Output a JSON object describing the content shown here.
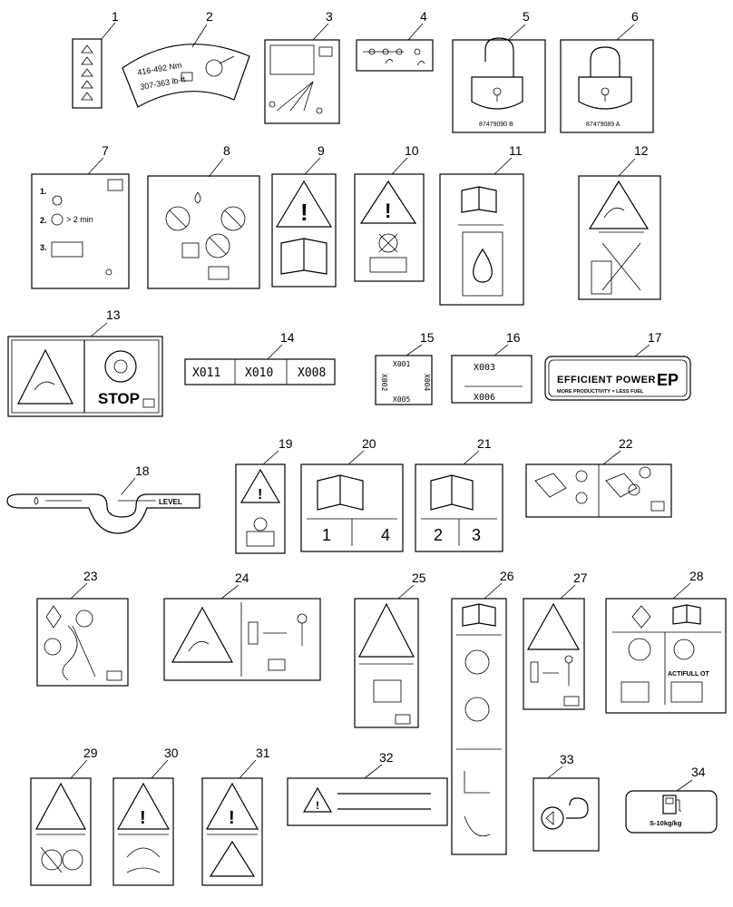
{
  "callouts": [
    "1",
    "2",
    "3",
    "4",
    "5",
    "6",
    "7",
    "8",
    "9",
    "10",
    "11",
    "12",
    "13",
    "14",
    "15",
    "16",
    "17",
    "18",
    "19",
    "20",
    "21",
    "22",
    "23",
    "24",
    "25",
    "26",
    "27",
    "28",
    "29",
    "30",
    "31",
    "32",
    "33",
    "34"
  ],
  "label_texts": {
    "torque_nm": "416-492 Nm",
    "torque_lbft": "307-363 lb-ft",
    "lock_open_code": "87479090 B",
    "lock_closed_code": "87479089 A",
    "wait_time": "> 2 min",
    "stop": "STOP",
    "x011": "X011",
    "x010": "X010",
    "x008": "X008",
    "x001": "X001",
    "x002": "X002",
    "x004": "X004",
    "x005": "X005",
    "x003": "X003",
    "x006": "X006",
    "brand": "EFFICIENT POWER",
    "brand_logo": "EP",
    "brand_tagline": "MORE PRODUCTIVITY = LESS FUEL",
    "level": "LEVEL",
    "num1": "1",
    "num4": "4",
    "num2": "2",
    "num3": "3",
    "actifull": "ACTIFULL OT",
    "weight": "S-10kg/kg"
  },
  "icons": [
    "book-icon",
    "warning-triangle-icon",
    "padlock-open-icon",
    "padlock-closed-icon",
    "wrench-icon",
    "fuel-pump-icon",
    "drop-icon",
    "person-icon",
    "hook-icon"
  ]
}
